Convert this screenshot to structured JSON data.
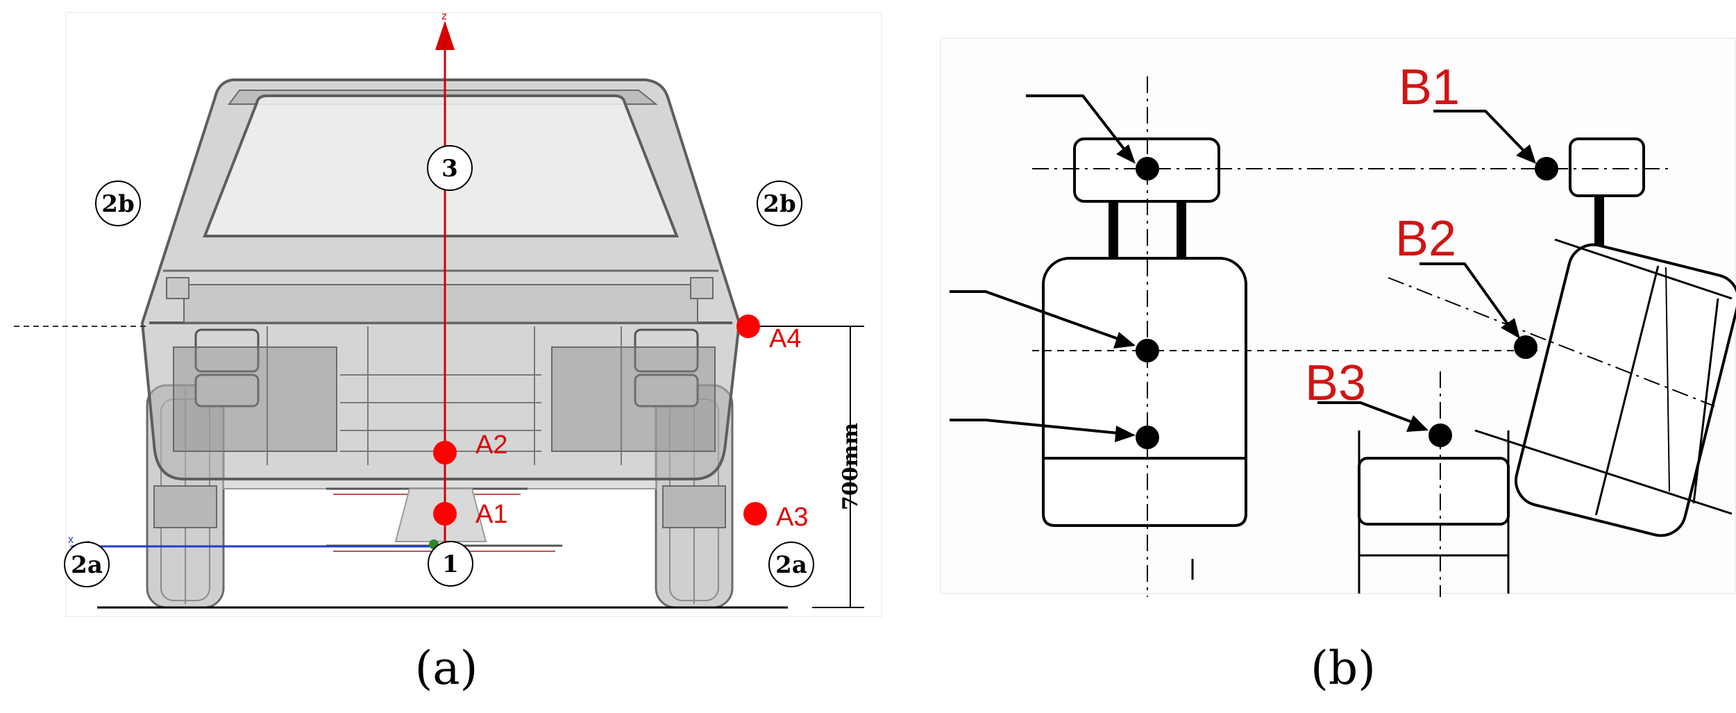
{
  "panel_a": {
    "caption": "(a)",
    "dimension": "700mm",
    "axis_z": "z",
    "axis_x": "x",
    "markers": [
      "1",
      "2a",
      "2a",
      "2b",
      "2b",
      "3"
    ],
    "points": [
      "A1",
      "A2",
      "A3",
      "A4"
    ]
  },
  "panel_b": {
    "caption": "(b)",
    "points": [
      "B1",
      "B2",
      "B3"
    ]
  },
  "colors": {
    "point_red": "#ff0000",
    "label_red": "#d11414",
    "z_axis": "#d40000",
    "x_axis": "#1f3fc8",
    "car_body": "#9e9e9e"
  }
}
